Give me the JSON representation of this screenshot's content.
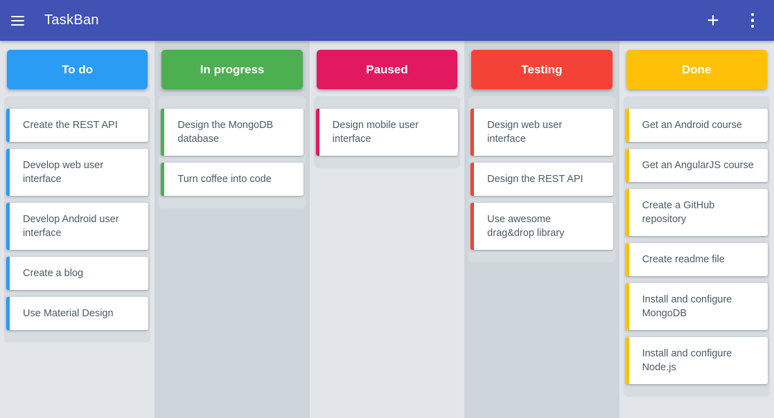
{
  "app": {
    "title": "TaskBan",
    "icons": {
      "menu": "hamburger-icon",
      "add": "plus-icon",
      "overflow": "kebab-icon"
    }
  },
  "colors": {
    "app_bar": "#4052B3",
    "column_stripe_light": "#E2E6EA",
    "column_stripe_dark": "#CFD6DB",
    "card_list_bg": "#D7DCE0",
    "card_text": "#4A5A64"
  },
  "board": {
    "columns": [
      {
        "id": "todo",
        "title": "To do",
        "color": "#2B9CF3",
        "cards": [
          "Create the REST API",
          "Develop web user interface",
          "Develop Android user interface",
          "Create a blog",
          "Use Material Design"
        ]
      },
      {
        "id": "in-progress",
        "title": "In progress",
        "color": "#4CAF50",
        "cards": [
          "Design the MongoDB database",
          "Turn coffee into code"
        ]
      },
      {
        "id": "paused",
        "title": "Paused",
        "color": "#E2195F",
        "cards": [
          "Design mobile user interface"
        ]
      },
      {
        "id": "testing",
        "title": "Testing",
        "color": "#F44336",
        "cards": [
          "Design web user interface",
          "Design the REST API",
          "Use awesome drag&drop library"
        ]
      },
      {
        "id": "done",
        "title": "Done",
        "color": "#FFC107",
        "cards": [
          "Get an Android course",
          "Get an AngularJS course",
          "Create a GitHub repository",
          "Create readme file",
          "Install and configure MongoDB",
          "Install and configure Node.js"
        ]
      }
    ]
  }
}
